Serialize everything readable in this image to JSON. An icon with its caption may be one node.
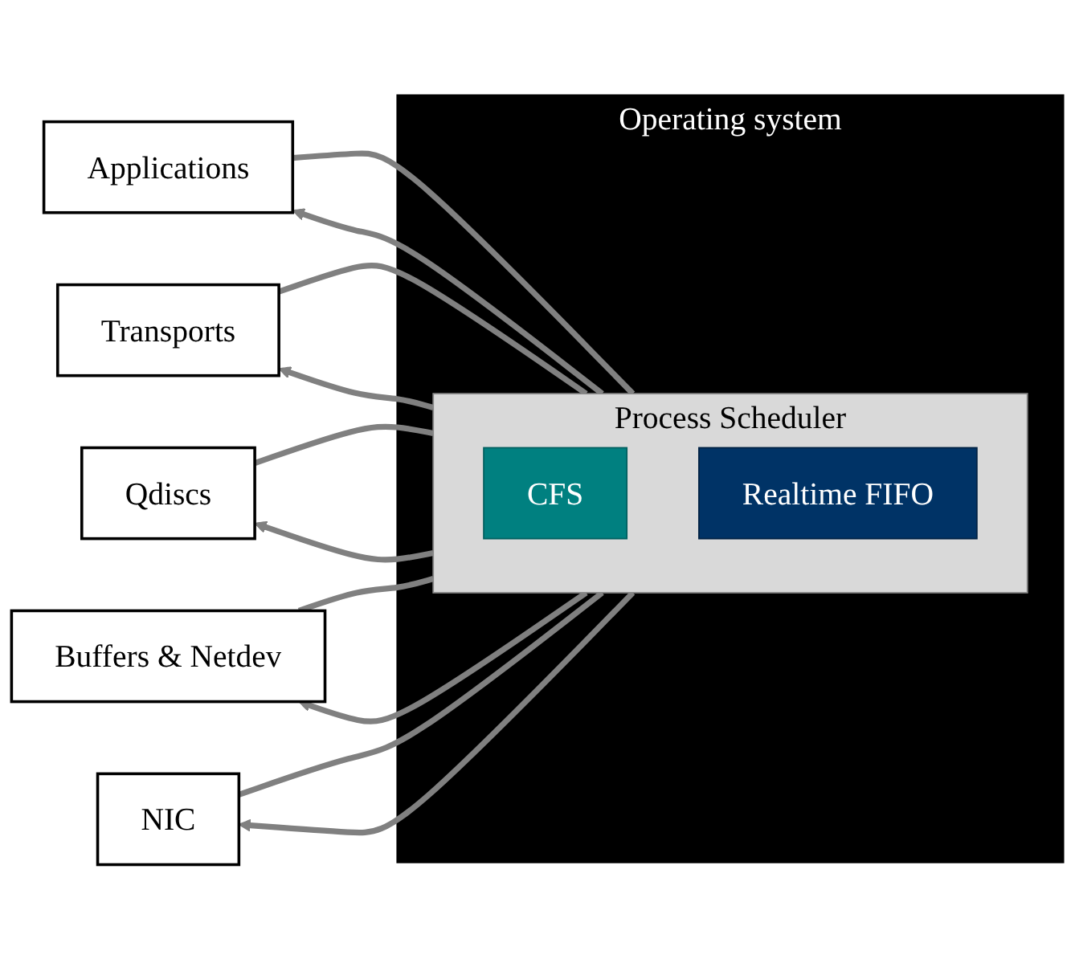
{
  "diagram": {
    "nodes": [
      {
        "text": [
          "Operating system"
        ]
      },
      {
        "text": [
          "Process Scheduler"
        ],
        "in": 0
      },
      {
        "text": [
          "CFS"
        ],
        "in": 1
      },
      {
        "text": [
          "Realtime FIFO"
        ],
        "in": 1
      },
      {
        "text": [
          "Applications"
        ]
      },
      {
        "text": [
          "Transports"
        ]
      },
      {
        "text": [
          "Qdiscs"
        ]
      },
      {
        "text": [
          "Buffers & Netdev"
        ]
      },
      {
        "text": [
          "NIC"
        ]
      }
    ],
    "edges": [
      {
        "from": 1,
        "to": 4,
        "arrow": "none"
      },
      {
        "from": 1,
        "to": 4,
        "arrow": "to"
      },
      {
        "from": 1,
        "to": 5,
        "arrow": "none"
      },
      {
        "from": 1,
        "to": 5,
        "arrow": "to"
      },
      {
        "from": 1,
        "to": 6,
        "arrow": "none"
      },
      {
        "from": 1,
        "to": 6,
        "arrow": "to"
      },
      {
        "from": 1,
        "to": 7,
        "arrow": "none"
      },
      {
        "from": 1,
        "to": 7,
        "arrow": "to"
      },
      {
        "from": 1,
        "to": 8,
        "arrow": "none"
      },
      {
        "from": 1,
        "to": 8,
        "arrow": "to"
      }
    ]
  }
}
